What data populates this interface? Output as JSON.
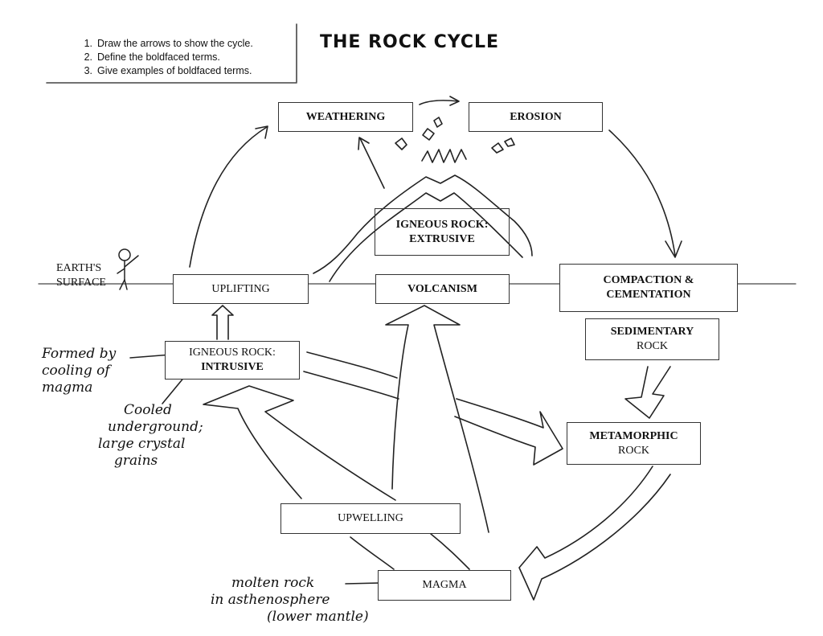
{
  "title": "THE ROCK CYCLE",
  "instructions": [
    {
      "num": "1.",
      "text": "Draw the arrows to show the cycle."
    },
    {
      "num": "2.",
      "text": "Define the boldfaced terms."
    },
    {
      "num": "3.",
      "text": "Give examples of boldfaced terms."
    }
  ],
  "surface_label": {
    "line1": "EARTH'S",
    "line2": "SURFACE"
  },
  "boxes": {
    "weathering": "WEATHERING",
    "erosion": "EROSION",
    "igneous_extrusive_1": "IGNEOUS ROCK:",
    "igneous_extrusive_2": "EXTRUSIVE",
    "uplifting": "UPLIFTING",
    "volcanism": "VOLCANISM",
    "compaction_1": "COMPACTION &",
    "compaction_2": "CEMENTATION",
    "sedimentary_1": "SEDIMENTARY",
    "sedimentary_2": "ROCK",
    "igneous_intrusive_1": "IGNEOUS ROCK:",
    "igneous_intrusive_2": "INTRUSIVE",
    "metamorphic_1": "METAMORPHIC",
    "metamorphic_2": "ROCK",
    "upwelling": "UPWELLING",
    "magma": "MAGMA"
  },
  "notes": {
    "formed_1": "Formed by",
    "formed_2": "cooling of",
    "formed_3": "magma",
    "cooled_1": "Cooled",
    "cooled_2": "underground;",
    "cooled_3": "large crystal",
    "cooled_4": "grains",
    "molten_1": "molten rock",
    "molten_2": "in asthenosphere",
    "molten_3": "(lower mantle)"
  }
}
